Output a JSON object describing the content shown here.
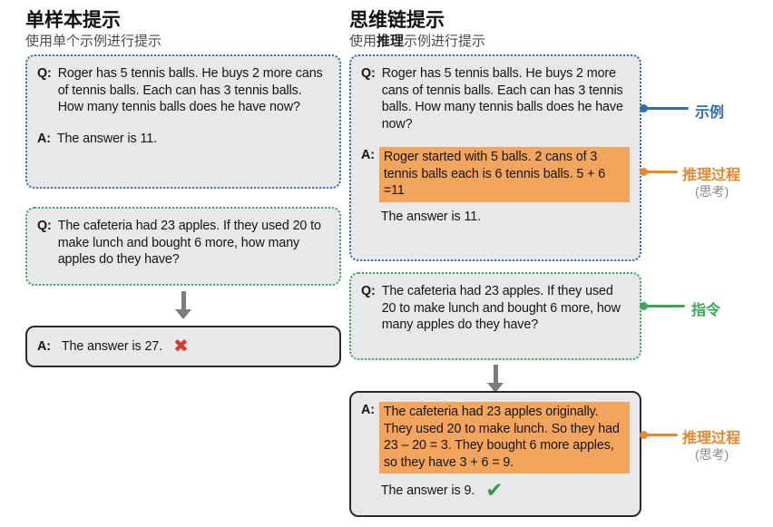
{
  "left_panel": {
    "title": "单样本提示",
    "subtitle": "使用单个示例进行提示",
    "example_box": {
      "q_label": "Q:",
      "q_text": "Roger has 5 tennis balls. He buys 2 more cans of tennis balls. Each can has 3 tennis balls. How many tennis balls does he have now?",
      "a_label": "A:",
      "a_text": "The answer is 11."
    },
    "question_box": {
      "q_label": "Q:",
      "q_text": "The cafeteria had 23 apples. If they used 20 to make lunch and bought 6 more, how many apples do they have?"
    },
    "output_box": {
      "a_label": "A:",
      "a_text": "The answer is 27.",
      "result": "incorrect"
    }
  },
  "right_panel": {
    "title": "思维链提示",
    "subtitle": {
      "prefix": "使用",
      "emphasis": "推理",
      "suffix": "示例进行提示"
    },
    "example_box": {
      "q_label": "Q:",
      "q_text": "Roger has 5 tennis balls. He buys 2 more cans of tennis balls. Each can has 3 tennis balls. How many tennis balls does he have now?",
      "a_label": "A:",
      "reasoning_text": "Roger started with 5 balls. 2 cans of 3 tennis balls each is 6 tennis balls. 5 + 6 =11",
      "a_text": "The answer is 11."
    },
    "question_box": {
      "q_label": "Q:",
      "q_text": "The cafeteria had 23 apples. If they used 20 to make lunch and bought 6 more, how many apples do they have?"
    },
    "output_box": {
      "a_label": "A:",
      "reasoning_text": "The cafeteria had 23 apples originally. They used 20 to make lunch. So they had 23 – 20 = 3. They bought 6 more apples, so they have 3 + 6 = 9.",
      "a_text": "The answer is 9.",
      "result": "correct"
    }
  },
  "annotations": {
    "example": {
      "label": "示例"
    },
    "reasoning_top": {
      "label": "推理过程",
      "sublabel": "(思考)"
    },
    "instruction": {
      "label": "指令"
    },
    "reasoning_bottom": {
      "label": "推理过程",
      "sublabel": "(思考)"
    }
  },
  "icons": {
    "cross": "✖",
    "check": "✔"
  },
  "colors": {
    "box_background": "#e7e8ea",
    "blue": "#2e6db4",
    "green": "#3aa957",
    "orange": "#e8872d",
    "orange_highlight": "#f3a55d",
    "red": "#d93a2b",
    "check_green": "#2f9e48",
    "arrow_gray": "#7d7d7d"
  }
}
